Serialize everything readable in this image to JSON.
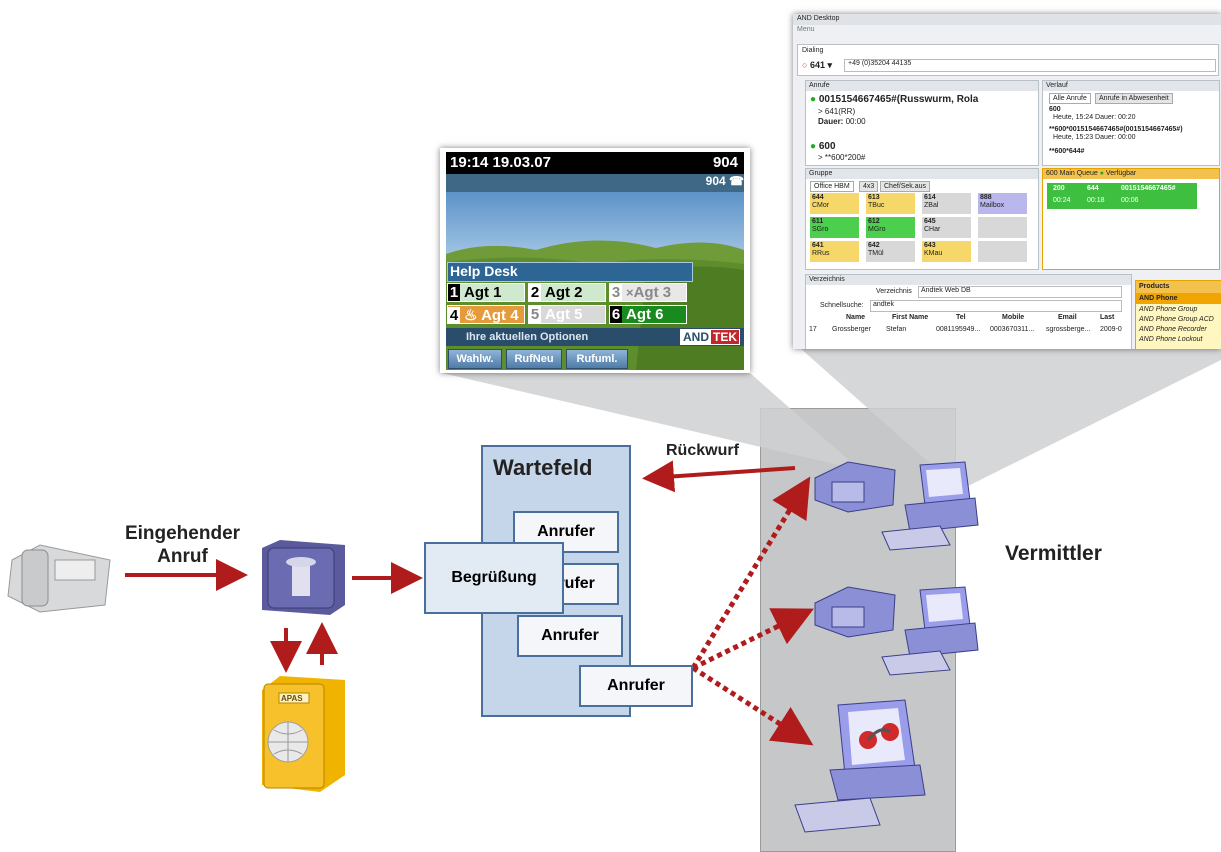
{
  "phone_display": {
    "time_date": "19:14 19.03.07",
    "ext_top": "904",
    "ext_sub": "904",
    "helpdesk": "Help Desk",
    "agents": [
      {
        "num": "1",
        "label": "Agt 1"
      },
      {
        "num": "2",
        "label": "Agt 2"
      },
      {
        "num": "3",
        "label": "Agt 3"
      },
      {
        "num": "4",
        "label": "Agt 4"
      },
      {
        "num": "5",
        "label": "Agt 5"
      },
      {
        "num": "6",
        "label": "Agt 6"
      }
    ],
    "options": "Ihre aktuellen Optionen",
    "logo_left": "AND",
    "logo_right": "TEK",
    "softkeys": [
      "Wahlw.",
      "RufNeu",
      "Rufuml."
    ]
  },
  "desktop": {
    "title": "AND Desktop",
    "menu": "Menu",
    "dialing": {
      "label": "Dialing",
      "ext": "641",
      "number": "+49 (0)35204 44135"
    },
    "anrufe": {
      "label": "Anrufe",
      "call1": "0015154667465#(Russwurm, Rola",
      "call1_sub": "> 641(RR)",
      "dauer_label": "Dauer:",
      "dauer_value": "00:00",
      "call2": "600",
      "call2_sub": "> **600*200#"
    },
    "verlauf": {
      "label": "Verlauf",
      "tabs": [
        "Alle Anrufe",
        "Anrufe in Abwesenheit"
      ],
      "entries": [
        {
          "title": "600",
          "sub": "Heute, 15:24 Dauer: 00:20"
        },
        {
          "title": "**600*0015154667465#(0015154667465#)",
          "sub": "Heute, 15:23 Dauer: 00:00"
        },
        {
          "title": "**600*644#",
          "sub": ""
        }
      ]
    },
    "gruppe": {
      "label": "Gruppe",
      "tabs": [
        "Office HBM",
        "4x3",
        "Chef/Sek.aus"
      ],
      "cells": [
        {
          "num": "644",
          "name": "CMor"
        },
        {
          "num": "613",
          "name": "TBuc"
        },
        {
          "num": "614",
          "name": "ZBal"
        },
        {
          "num": "888",
          "name": "Mailbox"
        },
        {
          "num": "611",
          "name": "SGro"
        },
        {
          "num": "612",
          "name": "MGro"
        },
        {
          "num": "645",
          "name": "CHar"
        },
        {
          "num": "",
          "name": ""
        },
        {
          "num": "641",
          "name": "RRus"
        },
        {
          "num": "642",
          "name": "TMül"
        },
        {
          "num": "643",
          "name": "KMau"
        },
        {
          "num": "",
          "name": ""
        }
      ]
    },
    "queue": {
      "label": "600 Main Queue",
      "status": "Verfügbar",
      "row1": [
        "200",
        "644",
        "0015154667465#"
      ],
      "row2": [
        "00:24",
        "00:18",
        "00:06"
      ]
    },
    "verzeichnis": {
      "label": "Verzeichnis",
      "dir_label": "Verzeichnis",
      "dir_value": "Andtek Web DB",
      "search_label": "Schnellsuche:",
      "search_value": "andtek",
      "headers": [
        "Name",
        "First Name",
        "Tel",
        "Mobile",
        "Email",
        "Last"
      ],
      "row": [
        "Grossberger",
        "Stefan",
        "0081195949...",
        "0003670311...",
        "sgrossberge...",
        "2009-0"
      ],
      "row_num": "17"
    },
    "products": {
      "label": "Products",
      "items": [
        "AND Phone",
        "AND Phone Group",
        "AND Phone Group ACD",
        "AND Phone Recorder",
        "AND Phone Lockout"
      ]
    }
  },
  "diagram": {
    "incoming": [
      "Eingehender",
      "Anruf"
    ],
    "wartefeld": "Wartefeld",
    "anrufer": "Anrufer",
    "begruessung": "Begrüßung",
    "rueckwurf": "Rückwurf",
    "vermittler": "Vermittler",
    "apas": "APAS"
  }
}
